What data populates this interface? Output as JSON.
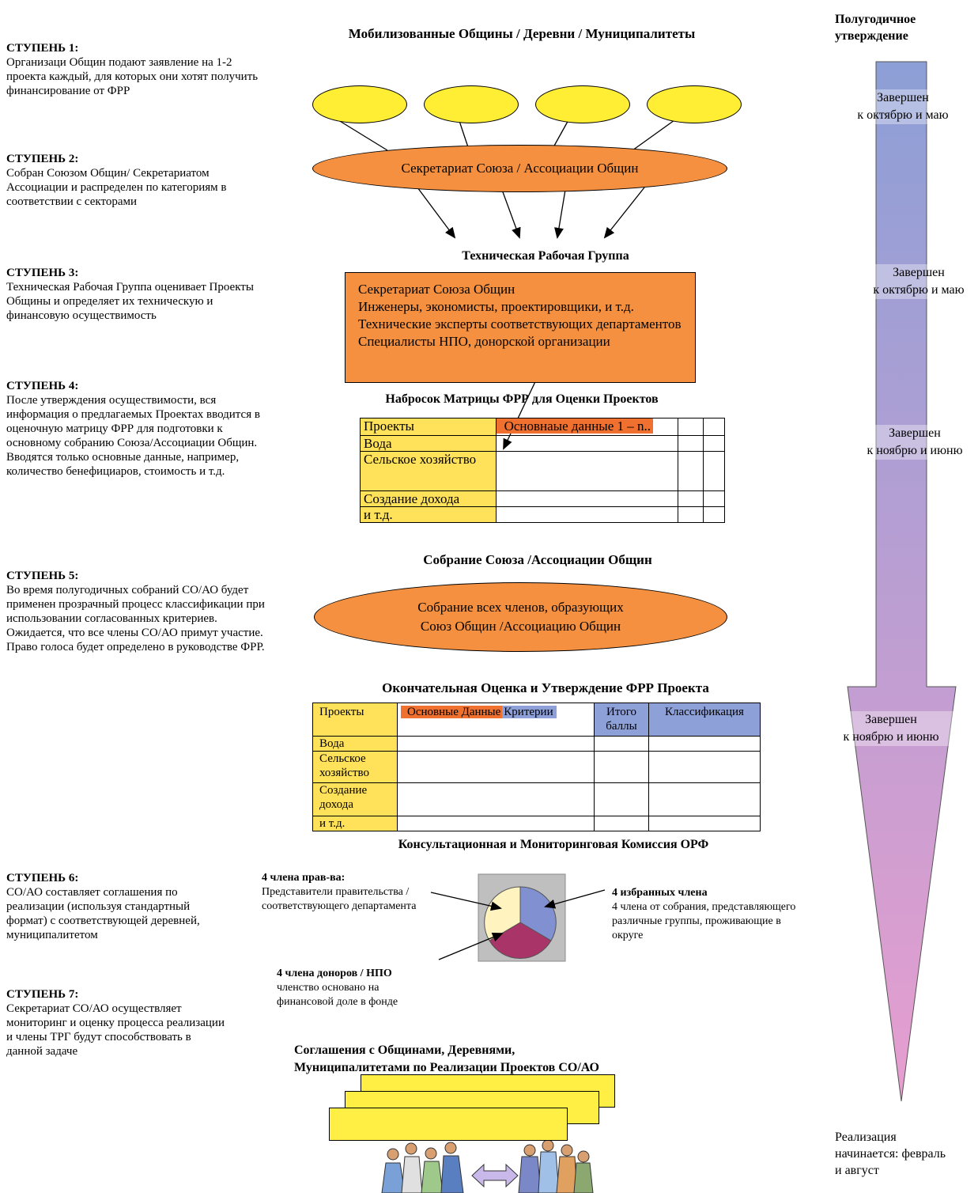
{
  "steps": [
    {
      "title": "СТУПЕНЬ 1:",
      "text": "Организаци Общин подают заявление на 1-2 проекта каждый, для которых они хотят получить финансирование от ФРР"
    },
    {
      "title": "СТУПЕНЬ 2:",
      "text": "Собран Союзом Общин/ Секретариатом Ассоциации и распределен по категориям в соответствии с секторами"
    },
    {
      "title": "СТУПЕНЬ 3:",
      "text": "Техническая Рабочая Группа оценивает Проекты Общины и определяет их техническую и финансовую осуществимость"
    },
    {
      "title": "СТУПЕНЬ 4:",
      "text": "После утверждения осуществимости, вся информация о предлагаемых Проектах вводится в оценочную матрицу ФРР для подготовки к основному собранию Союза/Ассоциации Общин. Вводятся только основные данные,  например, количество бенефициаров, стоимость и т.д."
    },
    {
      "title": "СТУПЕНЬ 5:",
      "text": "Во время полугодичных собраний СО/АО будет применен прозрачный процесс классификации при использовании согласованных критериев. Ожидается, что все члены СО/АО примут участие. Право голоса будет определено в руководстве ФРР."
    },
    {
      "title": "СТУПЕНЬ 6:",
      "text": "СО/АО составляет соглашения по реализации (используя стандартный формат) с соответствующей деревней, муниципалитетом"
    },
    {
      "title": "СТУПЕНЬ 7:",
      "text": "Секретариат СО/АО осуществляет мониторинг и оценку процесса реализации и члены ТРГ будут способствовать в данной задаче"
    }
  ],
  "headers": {
    "communities": "Мобилизованные Общины / Деревни / Муниципалитеты",
    "twg": "Техническая Рабочая Группа",
    "matrix": "Набросок Матрицы ФРР для Оценки Проектов",
    "assembly": "Собрание Союза /Ассоциации Общин",
    "final": "Окончательная Оценка и Утверждение ФРР Проекта",
    "commission": "Консультационная и Мониторинговая Комиссия ОРФ",
    "agreements_1": "Соглашения с Общинами, Деревнями,",
    "agreements_2": "Муниципалитетами по Реализации Проектов СО/АО"
  },
  "secretariat_oval": "Секретариат Союза / Ассоциации Общин",
  "twg_box": [
    "Секретариат Союза Общин",
    "Инженеры, экономисты, проектировщики, и т.д.",
    "Технические эксперты соответствующих департаментов",
    "Специалисты НПО, донорской организации"
  ],
  "matrix_table": {
    "header": "Проекты",
    "data_header": "Основнаые данные 1 – n..",
    "rows": [
      "Вода",
      "Сельское хозяйство",
      "Создание дохода",
      " и т.д."
    ]
  },
  "assembly_oval": {
    "line1": "Собрание всех членов, образующих",
    "line2": "Союз Общин /Ассоциацию Общин"
  },
  "final_table": {
    "col_projects": "Проекты",
    "col_data": "Основные Данные",
    "col_criteria": "Критерии",
    "col_total": "Итого баллы",
    "col_rank": "Классификация",
    "rows": [
      "Вода",
      "Сельское хозяйство",
      "Создание дохода",
      " и т.д."
    ]
  },
  "commission": {
    "gov_title": "4 члена прав-ва:",
    "gov_text": "Представители правительства / соответствующего департамента",
    "elected_title": "4 избранных члена",
    "elected_text": "4 члена от собрания, представляющего различные группы, проживающие в округе",
    "donor_title": "4 члена доноров / НПО",
    "donor_text": "членство основано на финансовой доле в фонде"
  },
  "timeline": {
    "title_1": "Полугодичное",
    "title_2": "утверждение",
    "labels": [
      {
        "l1": "Завершен",
        "l2": "к октябрю и маю"
      },
      {
        "l1": "Завершен",
        "l2": "к октябрю и маю"
      },
      {
        "l1": "Завершен",
        "l2": "к ноябрю и июню"
      },
      {
        "l1": "Завершен",
        "l2": "к ноябрю и июню"
      }
    ],
    "end_1": "Реализация",
    "end_2": "начинается: февраль",
    "end_3": "и август"
  },
  "colors": {
    "yellow": "#ffee33",
    "orange": "#f49040",
    "table_yellow": "#ffe25a",
    "criteria_blue": "#8ea0d8",
    "arrow_top": "#8c9fd6",
    "arrow_bottom": "#e79ecf",
    "pie_blue": "#8090d0",
    "pie_maroon": "#a83468",
    "pie_cream": "#fff3c0"
  },
  "icons": {
    "people_left": "people-group-icon",
    "people_right": "people-group-icon",
    "exchange": "double-arrow-icon"
  }
}
